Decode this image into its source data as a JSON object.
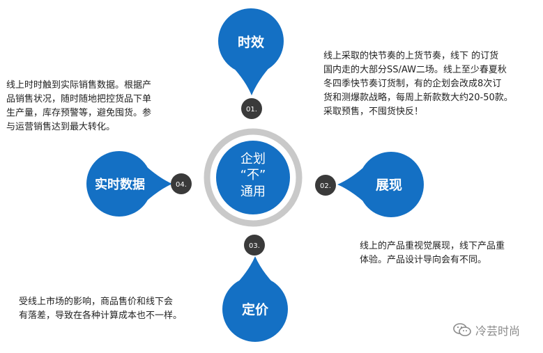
{
  "center": {
    "line1": "企划",
    "line2": "“不”",
    "line3": "通用"
  },
  "colors": {
    "accent": "#1470c4",
    "badge": "#3a3a3a",
    "ring": "#c9c9c9"
  },
  "nodes": {
    "top": {
      "title": "时效",
      "badge": "01."
    },
    "right": {
      "title": "展现",
      "badge": "02."
    },
    "bottom": {
      "title": "定价",
      "badge": "03."
    },
    "left": {
      "title": "实时数据",
      "badge": "04."
    }
  },
  "descriptions": {
    "top": [
      "线上采取的快节奏的上货节奏，线下 的订货",
      "国内走的大部分SS/AW二场。线上至少春夏秋",
      "冬四季快节奏订货制，有的企划会改成8次订",
      "货和测爆款战略，每周上新款数大约20-50款。",
      "采取预售，不囤货快反！"
    ],
    "right": [
      "线上的产品重视觉展现，线下产品重",
      "体验。产品设计导向会有不同。"
    ],
    "bottom": [
      "受线上市场的影响，商品售价和线下会",
      "有落差，导致在各种计算成本也不一样。"
    ],
    "left": [
      "线上时时触到实际销售数据。根据产",
      "品销售状况，随时随地把控货品下单",
      "生产量，库存预警等，避免囤货。参",
      "与运营销售达到最大转化。"
    ]
  },
  "watermark": {
    "icon": "wechat-icon",
    "text": "冷芸时尚"
  }
}
